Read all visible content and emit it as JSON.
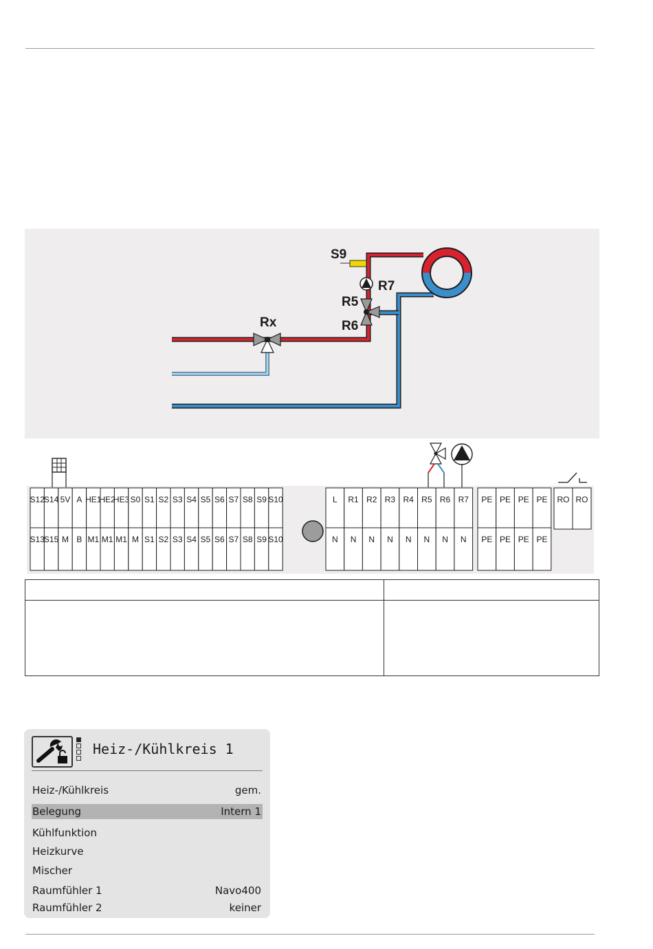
{
  "hydraulic": {
    "sensor_label": "S9",
    "pump_label": "R7",
    "valve_upper_label": "R5",
    "valve_lower_label": "R6",
    "diverter_label": "Rx"
  },
  "terminal_block": {
    "sensor_top": [
      "S12",
      "S14",
      "5V",
      "A",
      "HE1",
      "HE2",
      "HE3",
      "S0",
      "S1",
      "S2",
      "S3",
      "S4",
      "S5",
      "S6",
      "S7",
      "S8",
      "S9",
      "S10"
    ],
    "sensor_bottom": [
      "S13",
      "S15",
      "M",
      "B",
      "M1",
      "M1",
      "M1",
      "M",
      "S1",
      "S2",
      "S3",
      "S4",
      "S5",
      "S6",
      "S7",
      "S8",
      "S9",
      "S10"
    ],
    "relay_top": [
      "L",
      "R1",
      "R2",
      "R3",
      "R4",
      "R5",
      "R6",
      "R7"
    ],
    "relay_bottom": [
      "N",
      "N",
      "N",
      "N",
      "N",
      "N",
      "N",
      "N"
    ],
    "pe_top": [
      "PE",
      "PE",
      "PE",
      "PE"
    ],
    "pe_bottom": [
      "PE",
      "PE",
      "PE",
      "PE"
    ],
    "ro": [
      "RO",
      "RO"
    ]
  },
  "device": {
    "title": "Heiz-/Kühlkreis 1",
    "rows": [
      {
        "label": "Heiz-/Kühlkreis",
        "value": "gem."
      },
      {
        "label": "Belegung",
        "value": "Intern 1"
      },
      {
        "label": "Kühlfunktion",
        "value": ""
      },
      {
        "label": "Heizkurve",
        "value": ""
      },
      {
        "label": "Mischer",
        "value": ""
      },
      {
        "label": "Raumfühler 1",
        "value": "Navo400"
      },
      {
        "label": "Raumfühler 2",
        "value": "keiner"
      }
    ]
  },
  "colors": {
    "hot_pipe": "#d7232f",
    "cold_pipe": "#3a8fcb",
    "light_pipe": "#a9d3ee",
    "sensor": "#f2d600",
    "panel_bg": "#efedee",
    "highlight": "#b3b3b3"
  }
}
